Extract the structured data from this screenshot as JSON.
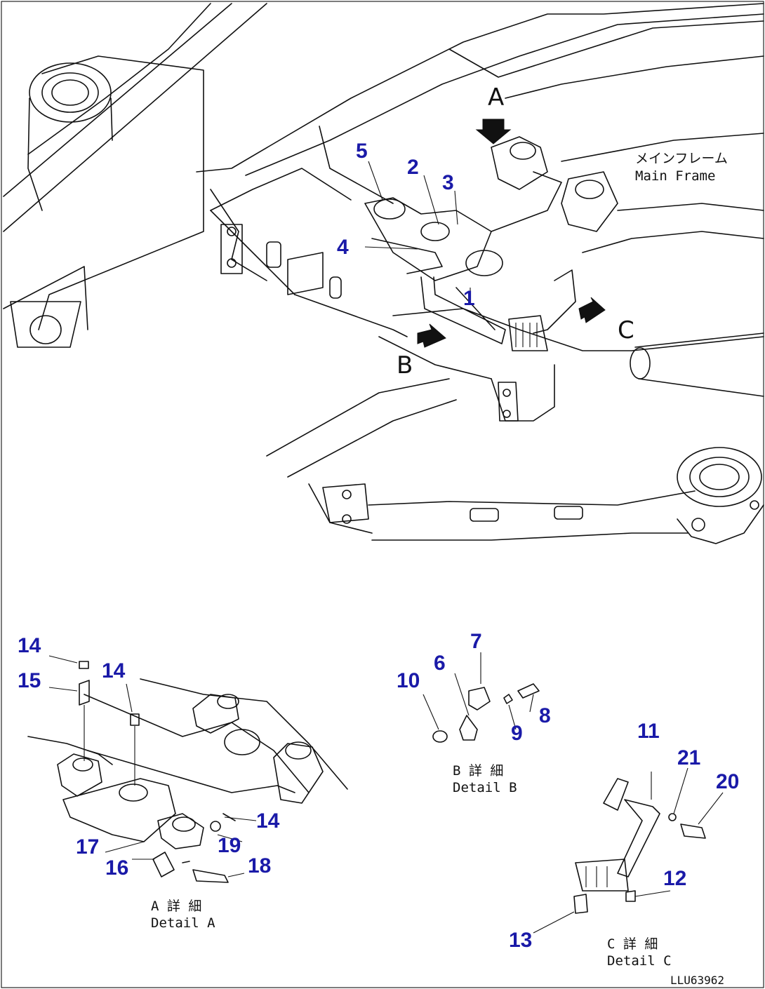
{
  "main_view": {
    "view_letters": {
      "a": "A",
      "b": "B",
      "c": "C"
    },
    "frame_label": {
      "jp": "メインフレーム",
      "en": "Main Frame"
    },
    "callouts": [
      "1",
      "2",
      "3",
      "4",
      "5"
    ]
  },
  "detail_a": {
    "label_jp": "A 詳 細",
    "label_en": "Detail A",
    "callouts": [
      "14",
      "15",
      "14",
      "14",
      "17",
      "16",
      "19",
      "18"
    ]
  },
  "detail_b": {
    "label_jp": "B 詳 細",
    "label_en": "Detail B",
    "callouts": [
      "7",
      "6",
      "10",
      "8",
      "9"
    ]
  },
  "detail_c": {
    "label_jp": "C 詳 細",
    "label_en": "Detail C",
    "callouts": [
      "11",
      "21",
      "20",
      "12",
      "13"
    ]
  },
  "drawing_code": "LLU63962",
  "colors": {
    "callout": "#1a1aa8",
    "line": "#111111",
    "background": "#ffffff"
  }
}
